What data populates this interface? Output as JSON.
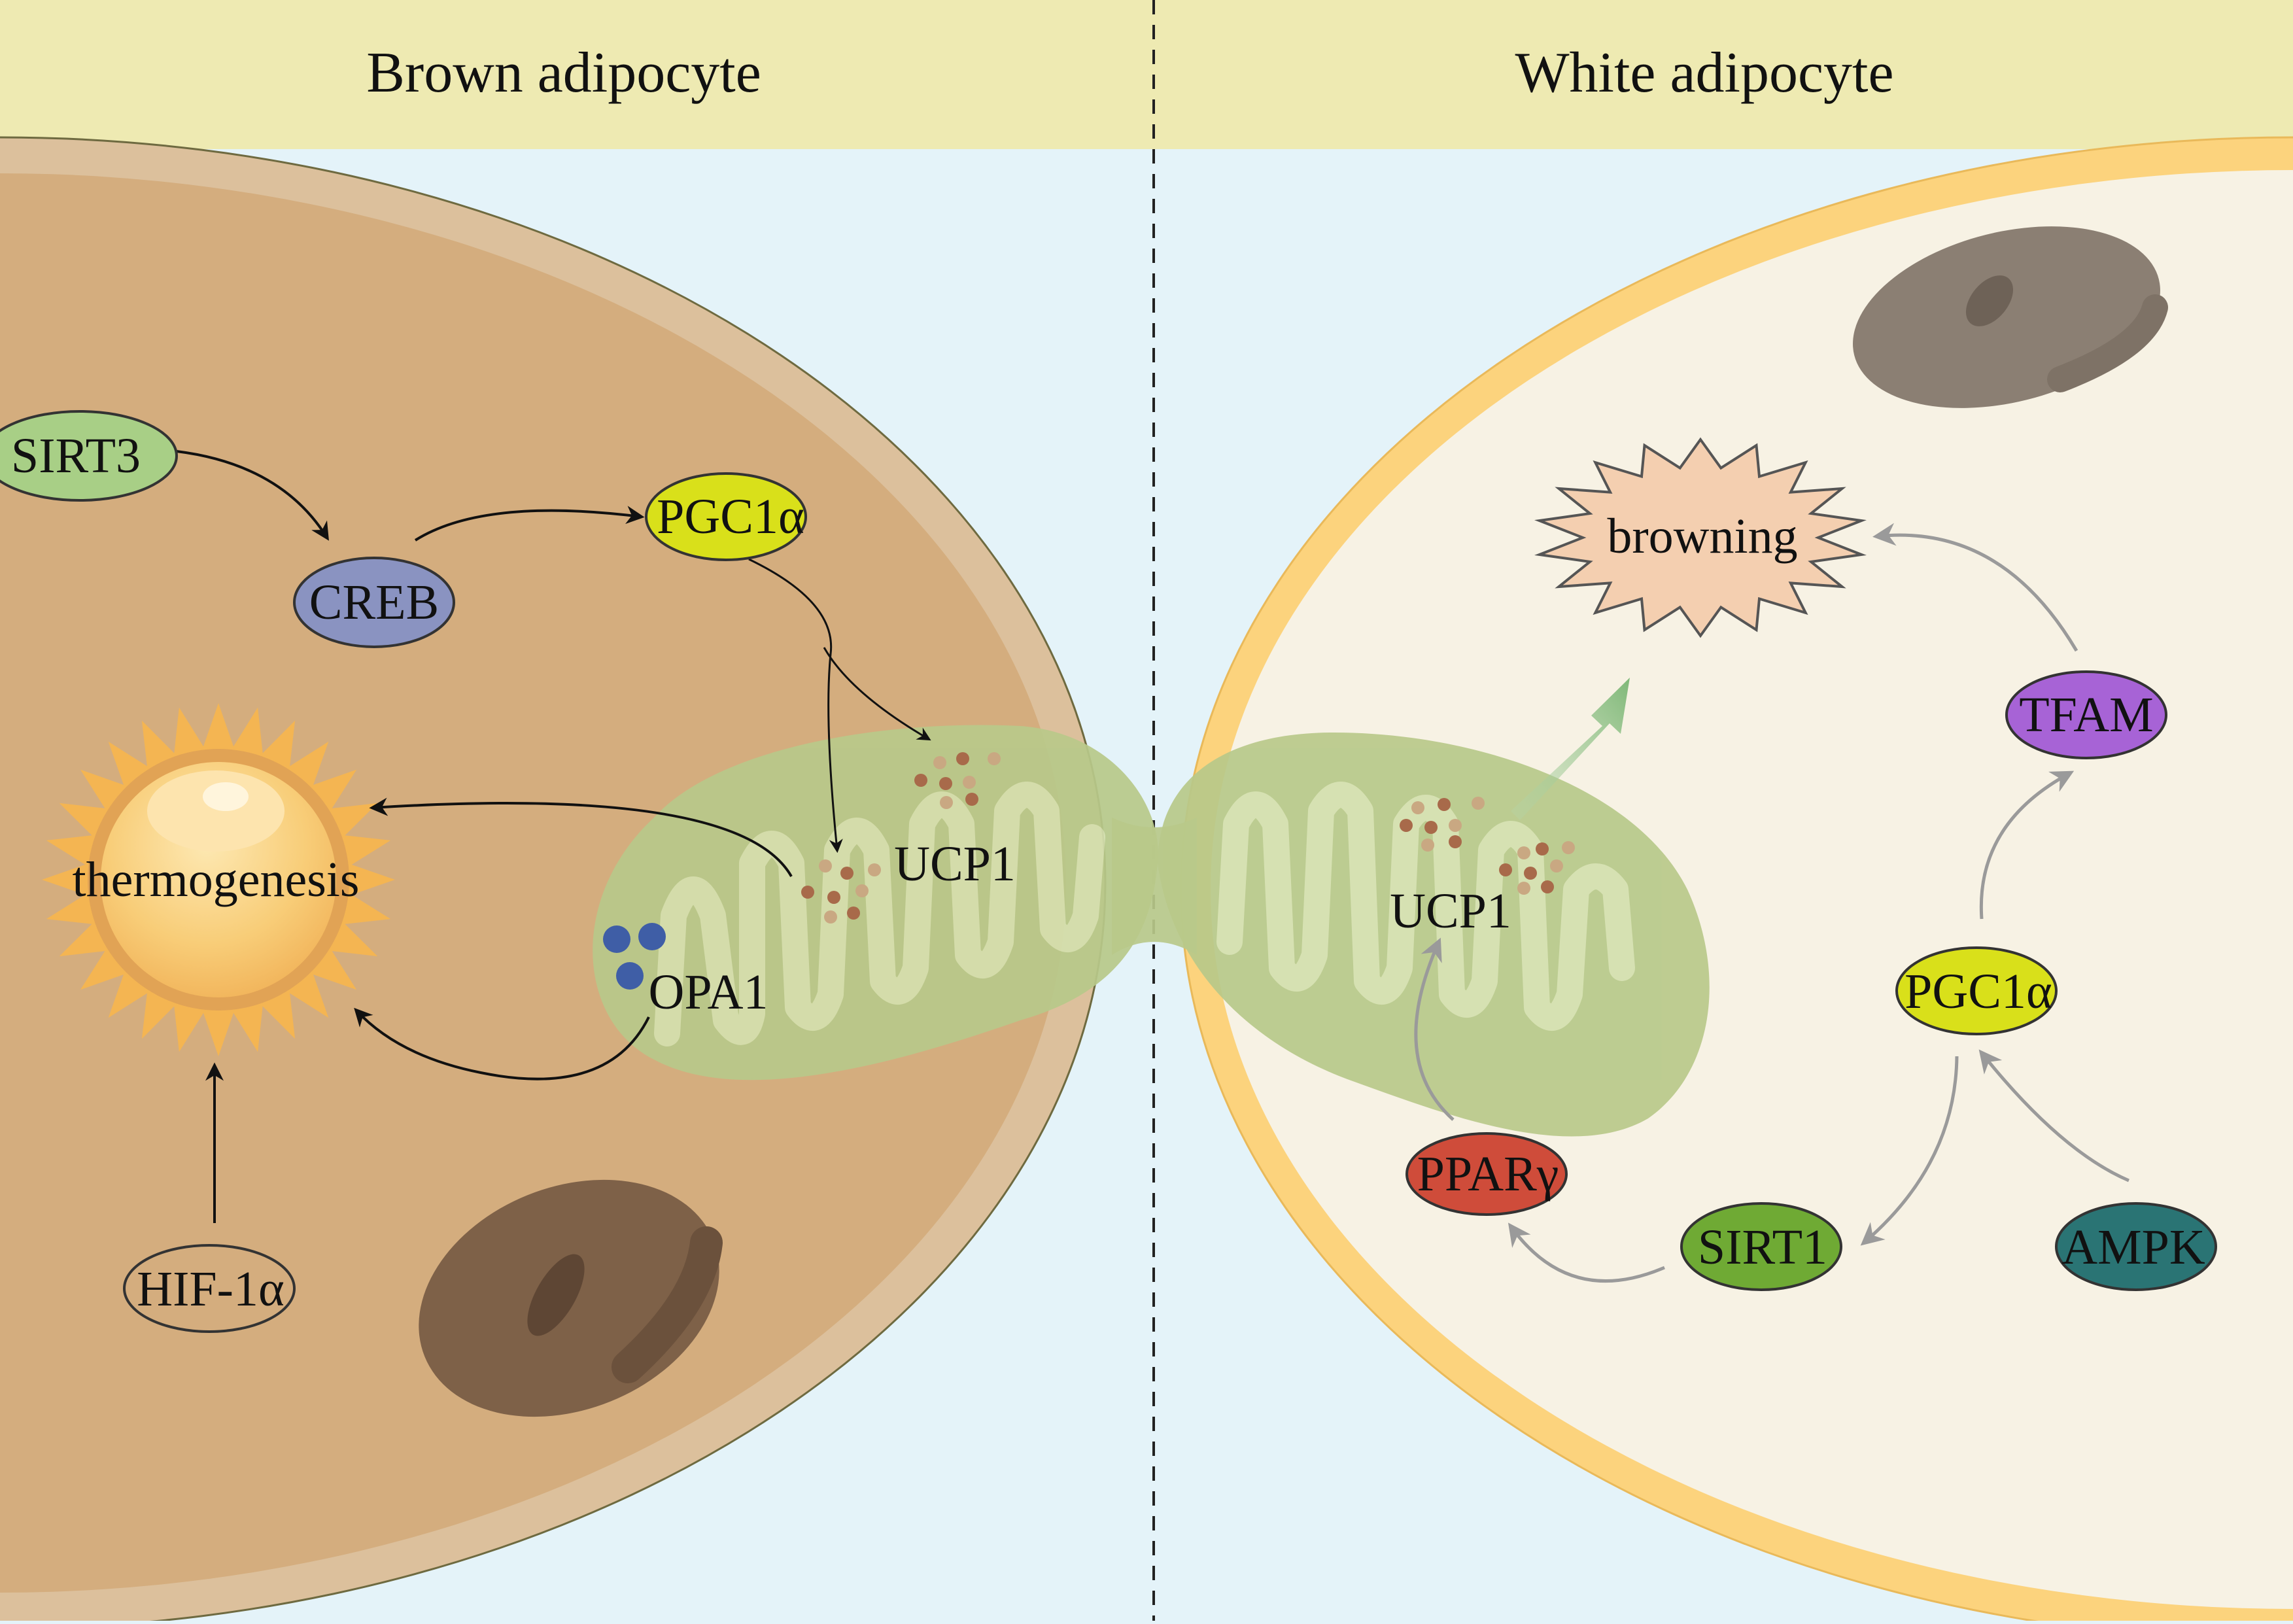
{
  "headers": {
    "left": "Brown adipocyte",
    "right": "White adipocyte"
  },
  "brown": {
    "sirt3": "SIRT3",
    "creb": "CREB",
    "pgc1a": "PGC1α",
    "ucp1": "UCP1",
    "opa1": "OPA1",
    "thermogenesis": "thermogenesis",
    "hif1a": "HIF-1α"
  },
  "white": {
    "browning": "browning",
    "tfam": "TFAM",
    "pgc1a": "PGC1α",
    "ucp1": "UCP1",
    "ppar": "PPARγ",
    "sirt1": "SIRT1",
    "ampk": "AMPK"
  },
  "colors": {
    "header_band": "#eeeab2",
    "background": "#e4f3f9",
    "brown_cytoplasm": "#d4ad7e",
    "brown_membrane": "#dfc4a2",
    "white_cytoplasm": "#f7f2e4",
    "white_membrane": "#fcd37d",
    "mitochondrion": "#b9c98a",
    "sirt3": "#a8cf86",
    "creb": "#8a93c1",
    "pgc1a": "#d9e01a",
    "tfam": "#a763d6",
    "ppar": "#cf4c3a",
    "sirt1": "#6faa34",
    "ampk": "#2a7474",
    "browning": "#f4cfb0",
    "nucleus_brown": "#7e6148",
    "nucleus_white": "#8b7f73"
  }
}
